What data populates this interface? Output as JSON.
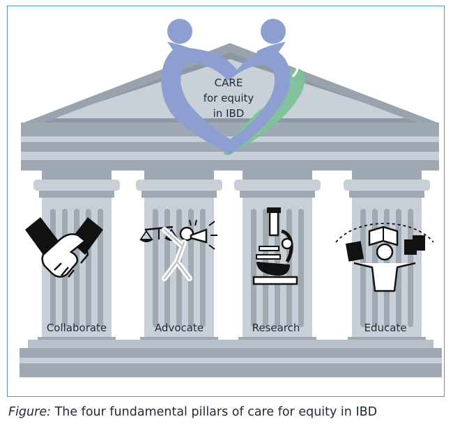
{
  "caption": {
    "label": "Figure:",
    "text": " The four fundamental pillars of care for equity in IBD"
  },
  "emblem": {
    "line1": "CARE",
    "line2": "for equity",
    "line3": "in IBD"
  },
  "pillars": [
    {
      "label": "Collaborate",
      "icon": "handshake-icon"
    },
    {
      "label": "Advocate",
      "icon": "advocate-icon"
    },
    {
      "label": "Research",
      "icon": "microscope-icon"
    },
    {
      "label": "Educate",
      "icon": "educate-icon"
    }
  ],
  "colors": {
    "frame": "#4a9bd0",
    "stone_light": "#c8cfd7",
    "stone_mid": "#9fa9b4",
    "stone_dark": "#7d8894",
    "heart_blue": "#8d9fd0",
    "hand_green": "#7ec19a",
    "label_text": "#1e2a38"
  }
}
